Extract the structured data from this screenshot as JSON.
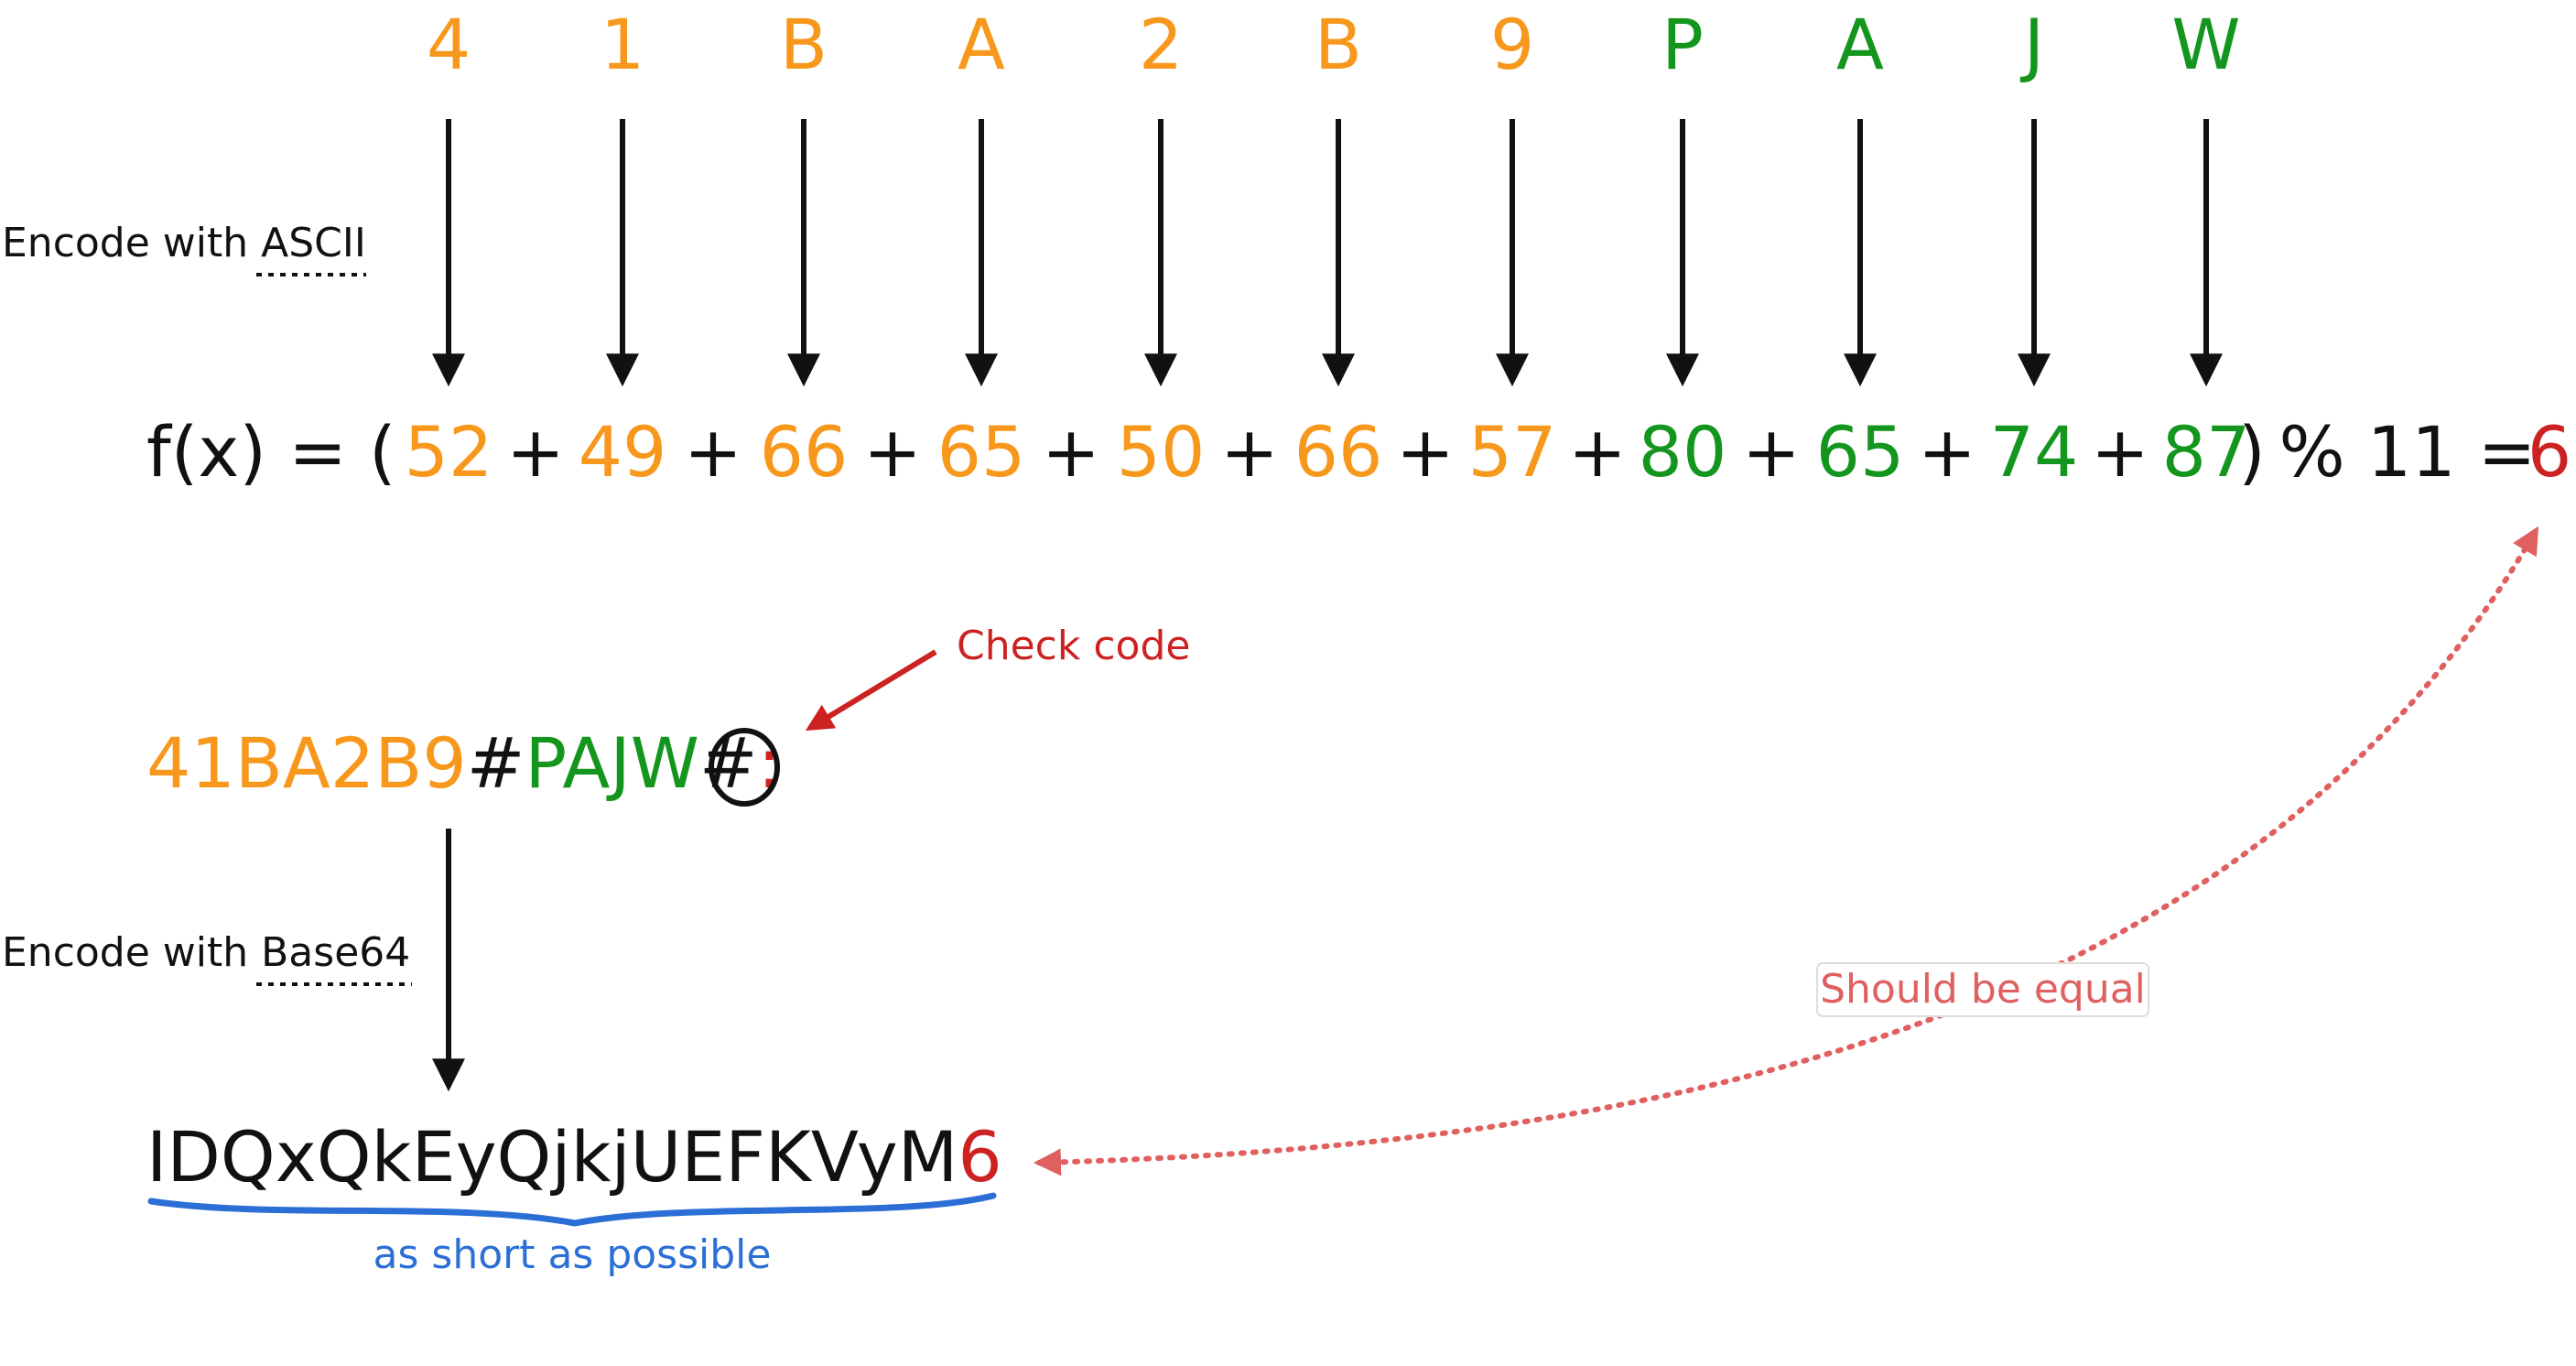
{
  "colors": {
    "orange": "#f7981d",
    "green": "#14961e",
    "red": "#cc2222",
    "pink": "#e06060",
    "blue": "#2b6fd6",
    "black": "#111111"
  },
  "characters": [
    {
      "char": "4",
      "ascii": "52",
      "group": "orange"
    },
    {
      "char": "1",
      "ascii": "49",
      "group": "orange"
    },
    {
      "char": "B",
      "ascii": "66",
      "group": "orange"
    },
    {
      "char": "A",
      "ascii": "65",
      "group": "orange"
    },
    {
      "char": "2",
      "ascii": "50",
      "group": "orange"
    },
    {
      "char": "B",
      "ascii": "66",
      "group": "orange"
    },
    {
      "char": "9",
      "ascii": "57",
      "group": "orange"
    },
    {
      "char": "P",
      "ascii": "80",
      "group": "green"
    },
    {
      "char": "A",
      "ascii": "65",
      "group": "green"
    },
    {
      "char": "J",
      "ascii": "74",
      "group": "green"
    },
    {
      "char": "W",
      "ascii": "87",
      "group": "green"
    }
  ],
  "ascii_label": {
    "prefix": "Encode with ",
    "term": "ASCII"
  },
  "formula": {
    "prefix": "f(x) = (",
    "operator": "+",
    "close": ")",
    "modulo": "% 11 =",
    "result": "6"
  },
  "code_string": {
    "part1": "41BA2B9",
    "sep1": "#",
    "part2": "PAJW",
    "sep2": "#",
    "check_placeholder": ":"
  },
  "check_code_label": "Check code",
  "base64_label": {
    "prefix": "Encode with ",
    "term": "Base64"
  },
  "encoded": {
    "main": "IDQxQkEyQjkjUEFKVyM",
    "check": "6"
  },
  "short_label": "as short as possible",
  "equal_label": "Should be equal"
}
